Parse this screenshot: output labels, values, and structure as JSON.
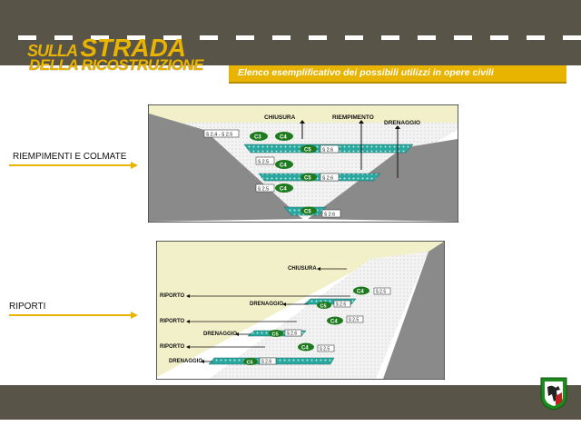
{
  "header": {
    "logo_line1_small": "SULLA",
    "logo_line1_big": "STRADA",
    "logo_line2": "DELLA RICOSTRUZIONE",
    "banner_title": "Elenco esemplificativo dei possibili utilizzi in opere civili"
  },
  "side_labels": {
    "top": "RIEMPIMENTI E COLMATE",
    "bottom": "RIPORTI"
  },
  "top_diagram": {
    "labels": {
      "closure": "CHIUSURA",
      "fill": "RIEMPIMENTO",
      "drainage": "DRENAGGIO"
    },
    "classes": {
      "c3": "C3",
      "c4": "C4",
      "c5": "C5"
    },
    "size_tags": {
      "t1": "§ 2.4 - § 2.5",
      "t2": "§ 2.6",
      "t3": "§ 2.5"
    }
  },
  "bottom_diagram": {
    "labels": {
      "closure": "CHIUSURA",
      "fill": "RIPORTO",
      "drainage": "DRENAGGIO"
    },
    "classes": {
      "c4": "C4",
      "c5": "C5"
    },
    "size_tags": {
      "t_fill": "§ 2.5",
      "t_drain": "§ 2.6"
    }
  },
  "colors": {
    "road": "#595448",
    "accent": "#e8b400",
    "rock": "#8a8a8a",
    "drain": "#2aa8a0",
    "badge": "#1e7a1e"
  },
  "icons": {
    "emblem": "region-emblem-icon"
  }
}
